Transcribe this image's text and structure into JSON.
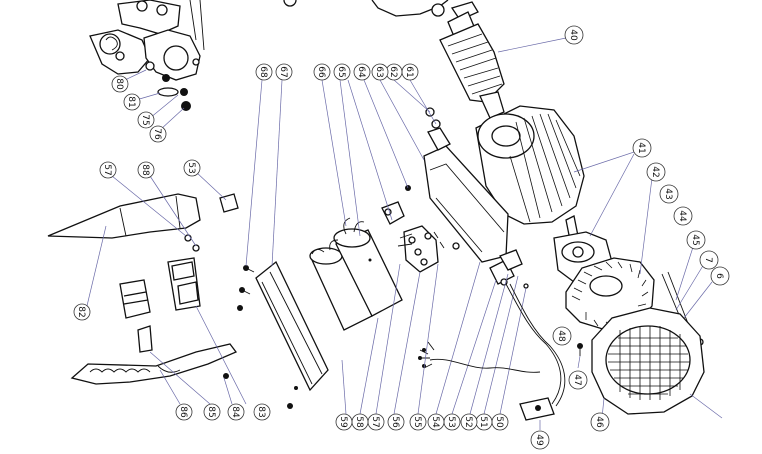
{
  "diagram": {
    "callouts": [
      {
        "id": "c40",
        "label": "40"
      },
      {
        "id": "c41",
        "label": "41"
      },
      {
        "id": "c42",
        "label": "42"
      },
      {
        "id": "c43",
        "label": "43"
      },
      {
        "id": "c44",
        "label": "44"
      },
      {
        "id": "c45",
        "label": "45"
      },
      {
        "id": "c7",
        "label": "7"
      },
      {
        "id": "c6",
        "label": "6"
      },
      {
        "id": "c48",
        "label": "48"
      },
      {
        "id": "c47",
        "label": "47"
      },
      {
        "id": "c46",
        "label": "46"
      },
      {
        "id": "c49",
        "label": "49"
      },
      {
        "id": "c50",
        "label": "50"
      },
      {
        "id": "c51",
        "label": "51"
      },
      {
        "id": "c52",
        "label": "52"
      },
      {
        "id": "c53b",
        "label": "53"
      },
      {
        "id": "c54",
        "label": "54"
      },
      {
        "id": "c55",
        "label": "55"
      },
      {
        "id": "c56",
        "label": "56"
      },
      {
        "id": "c57b",
        "label": "57"
      },
      {
        "id": "c58",
        "label": "58"
      },
      {
        "id": "c59",
        "label": "59"
      },
      {
        "id": "c61",
        "label": "61"
      },
      {
        "id": "c62",
        "label": "62"
      },
      {
        "id": "c63",
        "label": "63"
      },
      {
        "id": "c64",
        "label": "64"
      },
      {
        "id": "c65",
        "label": "65"
      },
      {
        "id": "c66",
        "label": "66"
      },
      {
        "id": "c67",
        "label": "67"
      },
      {
        "id": "c68",
        "label": "68"
      },
      {
        "id": "c57",
        "label": "57"
      },
      {
        "id": "c88",
        "label": "88"
      },
      {
        "id": "c53",
        "label": "53"
      },
      {
        "id": "c82",
        "label": "82"
      },
      {
        "id": "c86",
        "label": "86"
      },
      {
        "id": "c85",
        "label": "85"
      },
      {
        "id": "c84",
        "label": "84"
      },
      {
        "id": "c83",
        "label": "83"
      },
      {
        "id": "c80",
        "label": "80"
      },
      {
        "id": "c81",
        "label": "81"
      },
      {
        "id": "c75",
        "label": "75"
      },
      {
        "id": "c76",
        "label": "76"
      }
    ]
  }
}
